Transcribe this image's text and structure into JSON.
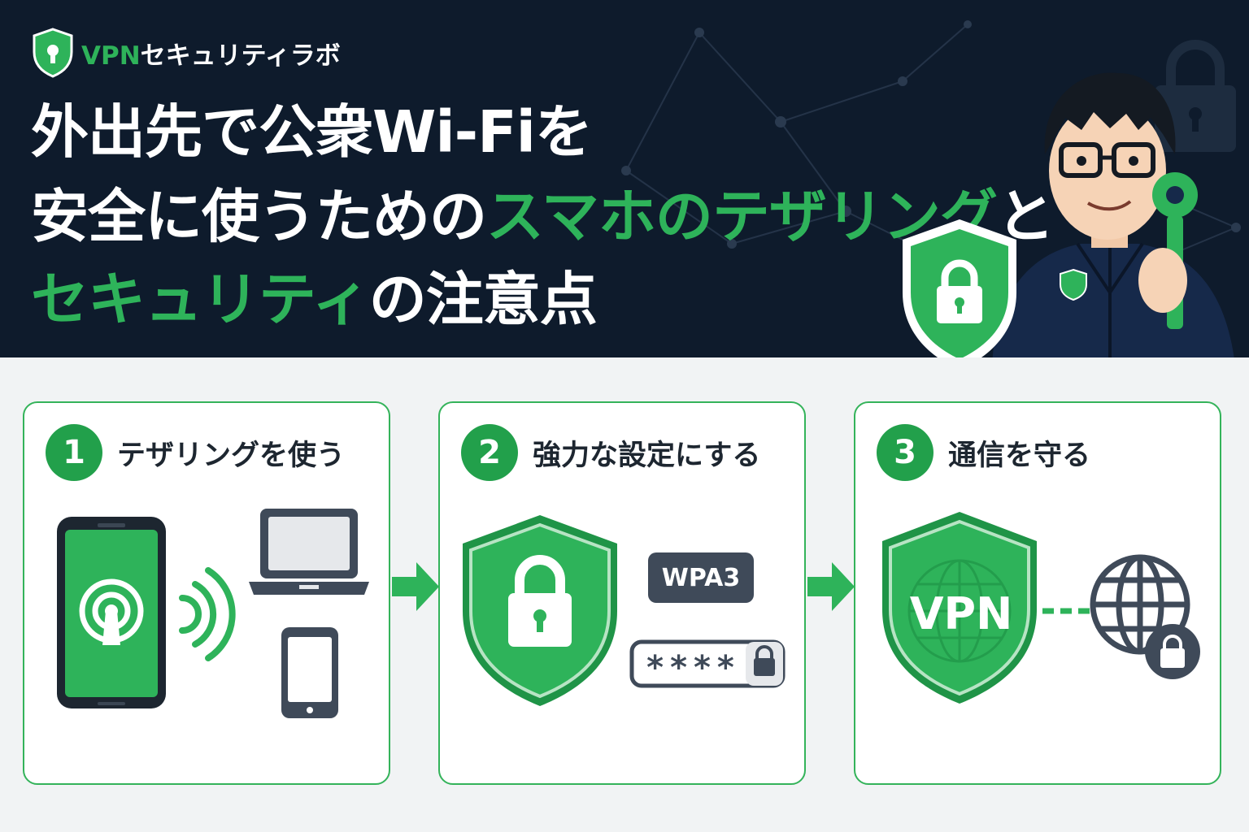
{
  "brand": {
    "prefix": "VPN",
    "rest": "セキュリティラボ"
  },
  "headline": {
    "line1": "外出先で公衆Wi-Fiを",
    "line2_a": "安全に使うための",
    "line2_b": "スマホのテザリング",
    "line2_c": "と",
    "line3_a": "セキュリティ",
    "line3_b": "の注意点"
  },
  "steps": [
    {
      "number": "1",
      "title": "テザリングを使う"
    },
    {
      "number": "2",
      "title": "強力な設定にする",
      "badge": "WPA3",
      "password_mask": "****"
    },
    {
      "number": "3",
      "title": "通信を守る",
      "shield_label": "VPN"
    }
  ],
  "colors": {
    "accent": "#2eb35a",
    "dark": "#0e1b2c",
    "gray": "#3f4a59"
  },
  "icons": [
    "shield-lock-icon",
    "phone-hotspot-icon",
    "wifi-waves-icon",
    "laptop-icon",
    "tablet-icon",
    "arrow-right-icon",
    "wpa3-badge",
    "password-field-icon",
    "vpn-shield-icon",
    "globe-lock-icon",
    "key-icon"
  ]
}
